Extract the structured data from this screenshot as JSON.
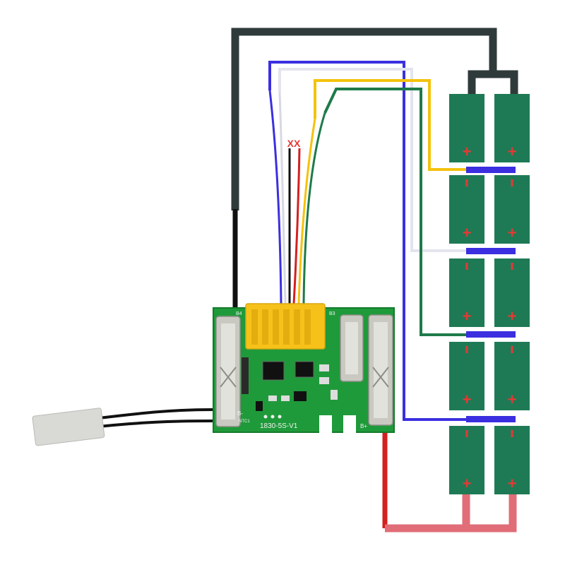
{
  "board": {
    "model_label": "1830-5S-V1",
    "pad_b_minus": "B-",
    "pad_b_plus": "B+",
    "pad_b4": "B4",
    "pad_b3": "B3",
    "ntc_label": "NTC1"
  },
  "markers": {
    "no_connect": "XX"
  },
  "cells": {
    "columns": 2,
    "rows": 5,
    "terminal_minus": "−",
    "terminal_plus": "+"
  },
  "colors": {
    "pcb": "#1f9a3a",
    "cell": "#1e7a55",
    "terminal": "#e53935",
    "balance_wire_1": "#f4c20d",
    "balance_wire_2": "#e8e8f0",
    "balance_wire_3": "#1e7a4a",
    "balance_wire_4": "#3b2fe0",
    "main_negative": "#2f3a3a",
    "main_positive": "#e06d77",
    "connector": "#f6c21a",
    "thermistor": "#d9d9d6"
  }
}
